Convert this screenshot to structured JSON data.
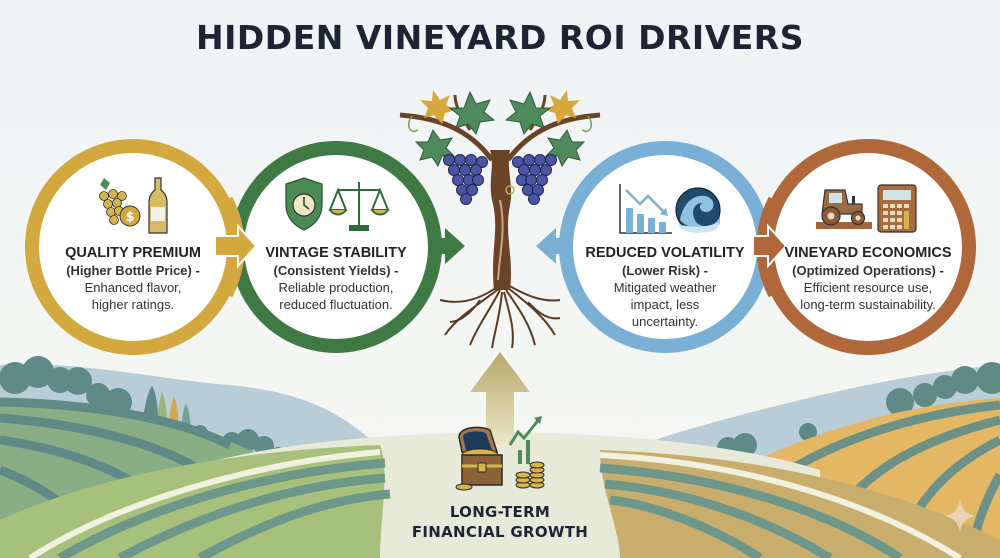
{
  "title": "HIDDEN VINEYARD ROI DRIVERS",
  "colors": {
    "quality": "#d3a83f",
    "vintage": "#3f7a45",
    "volatility": "#7aafd6",
    "economics": "#b0673a",
    "title_text": "#1b2533",
    "growth_arrow": "#c9bc84"
  },
  "drivers": [
    {
      "id": "quality-premium",
      "heading": "QUALITY PREMIUM",
      "subheading": "(Higher Bottle Price) -",
      "description_line1": "Enhanced flavor,",
      "description_line2": "higher ratings.",
      "icons": [
        "grapes-dollar-icon",
        "wine-bottle-icon"
      ],
      "arrow_direction": "right"
    },
    {
      "id": "vintage-stability",
      "heading": "VINTAGE STABILITY",
      "subheading": "(Consistent Yields) -",
      "description_line1": "Reliable production,",
      "description_line2": "reduced fluctuation.",
      "icons": [
        "shield-clock-icon",
        "balance-scale-icon"
      ],
      "arrow_direction": "right"
    },
    {
      "id": "reduced-volatility",
      "heading": "REDUCED VOLATILITY",
      "subheading": "(Lower Risk) -",
      "description_line1": "Mitigated weather",
      "description_line2": "impact, less",
      "description_line3": "uncertainty.",
      "icons": [
        "declining-bar-chart-icon",
        "wave-icon"
      ],
      "arrow_direction": "left"
    },
    {
      "id": "vineyard-economics",
      "heading": "VINEYARD ECONOMICS",
      "subheading": "(Optimized Operations) -",
      "description_line1": "Efficient resource use,",
      "description_line2": "long-term sustainability.",
      "icons": [
        "tractor-icon",
        "calculator-icon"
      ],
      "arrow_direction": "right"
    }
  ],
  "center": {
    "illustration": "grapevine-with-roots",
    "growth_line1": "LONG-TERM",
    "growth_line2": "FINANCIAL GROWTH",
    "growth_icons": [
      "treasure-chest-icon",
      "growth-chart-icon",
      "coin-stack-icon"
    ]
  }
}
